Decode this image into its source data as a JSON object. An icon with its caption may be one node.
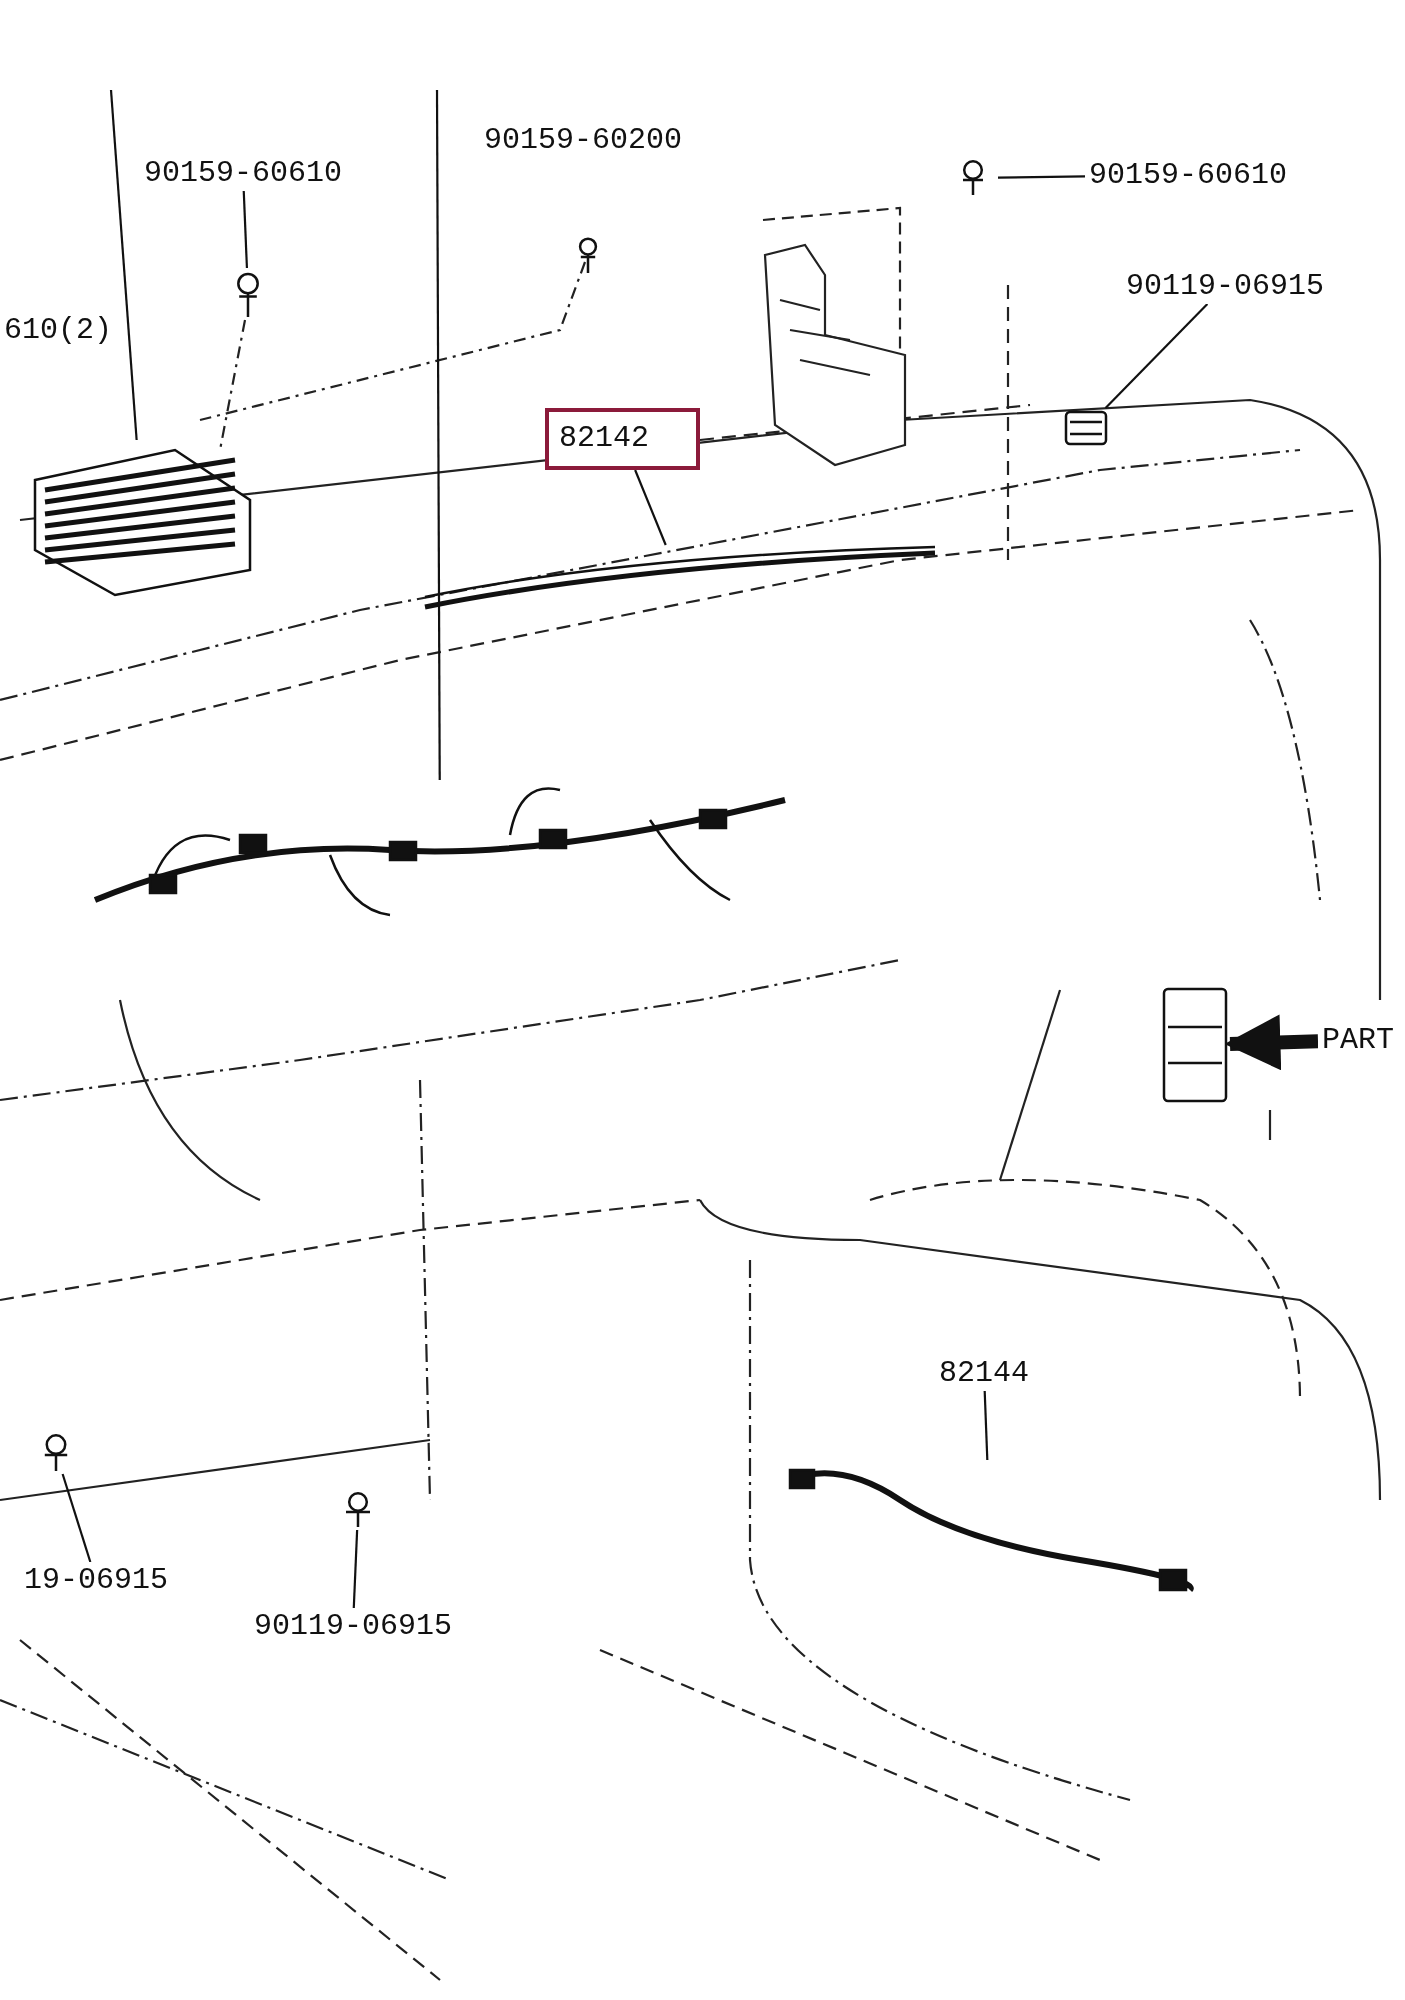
{
  "diagram": {
    "nodes": [
      {
        "text": [
          "90159-60610"
        ]
      },
      {
        "text": [],
        "shape": "picture"
      },
      {
        "text": [
          "90159-60610"
        ]
      },
      {
        "text": [],
        "shape": "picture"
      },
      {
        "text": [
          "90119-06915"
        ]
      },
      {
        "text": [],
        "shape": "picture"
      },
      {
        "text": [
          "82142"
        ]
      },
      {
        "text": [],
        "shape": "picture"
      },
      {
        "text": [],
        "shape": "picture"
      },
      {
        "text": [],
        "shape": "picture"
      },
      {
        "text": [
          "PART"
        ]
      },
      {
        "text": [],
        "shape": "picture"
      },
      {
        "text": [
          "82144"
        ]
      },
      {
        "text": [],
        "shape": "picture"
      },
      {
        "text": [],
        "shape": "picture"
      },
      {
        "text": [
          "19-06915"
        ]
      },
      {
        "text": [],
        "shape": "picture"
      },
      {
        "text": [
          "90119-06915"
        ]
      },
      {
        "text": [
          "90159-60200"
        ]
      },
      {
        "text": [],
        "shape": "picture"
      }
    ],
    "edges": [
      {
        "from": 0,
        "to": 1,
        "arrow": "none"
      },
      {
        "from": 2,
        "to": 3,
        "arrow": "none"
      },
      {
        "from": 4,
        "to": 5,
        "arrow": "none"
      },
      {
        "from": 6,
        "to": 7,
        "arrow": "none"
      },
      {
        "from": null,
        "to": 8,
        "arrow": "none"
      },
      {
        "from": null,
        "to": 9,
        "arrow": "none"
      },
      {
        "from": 10,
        "to": 11,
        "arrow": "to",
        "style": "thick"
      },
      {
        "from": 12,
        "to": 13,
        "arrow": "none"
      },
      {
        "from": 15,
        "to": 14,
        "arrow": "none"
      },
      {
        "from": 17,
        "to": 16,
        "arrow": "none"
      }
    ],
    "labels": [
      "610(2)"
    ]
  }
}
